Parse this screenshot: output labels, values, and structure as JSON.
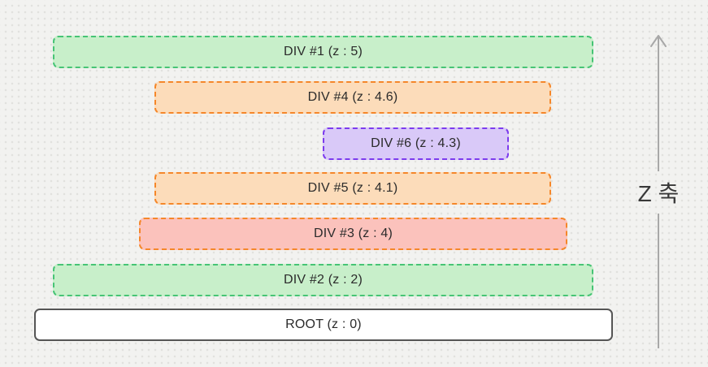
{
  "diagram": {
    "title": "z-index stacking order diagram",
    "background": {
      "color": "#f2f2f0",
      "dot_color": "#e1e1de",
      "pattern": "dot-grid"
    },
    "text_color": "#2b2b2b",
    "z_axis": {
      "label": "Z 축",
      "direction": "up",
      "arrow_color": "#a8a8a8"
    },
    "layers": [
      {
        "id": "div1",
        "label": "DIV #1 (z : 5)",
        "z": 5,
        "fill": "#c8efca",
        "border": "#47c475",
        "border_style": "dashed"
      },
      {
        "id": "div4",
        "label": "DIV #4 (z : 4.6)",
        "z": 4.6,
        "fill": "#fcdcba",
        "border": "#f5872a",
        "border_style": "dashed"
      },
      {
        "id": "div6",
        "label": "DIV #6 (z : 4.3)",
        "z": 4.3,
        "fill": "#d9c9f8",
        "border": "#7c3bee",
        "border_style": "dashed"
      },
      {
        "id": "div5",
        "label": "DIV #5 (z : 4.1)",
        "z": 4.1,
        "fill": "#fcdcba",
        "border": "#f5872a",
        "border_style": "dashed"
      },
      {
        "id": "div3",
        "label": "DIV #3 (z : 4)",
        "z": 4,
        "fill": "#fbc2bc",
        "border": "#f5872a",
        "border_style": "dashed"
      },
      {
        "id": "div2",
        "label": "DIV #2 (z : 2)",
        "z": 2,
        "fill": "#c8efca",
        "border": "#47c475",
        "border_style": "dashed"
      },
      {
        "id": "root",
        "label": "ROOT (z : 0)",
        "z": 0,
        "fill": "#ffffff",
        "border": "#555555",
        "border_style": "solid"
      }
    ]
  }
}
